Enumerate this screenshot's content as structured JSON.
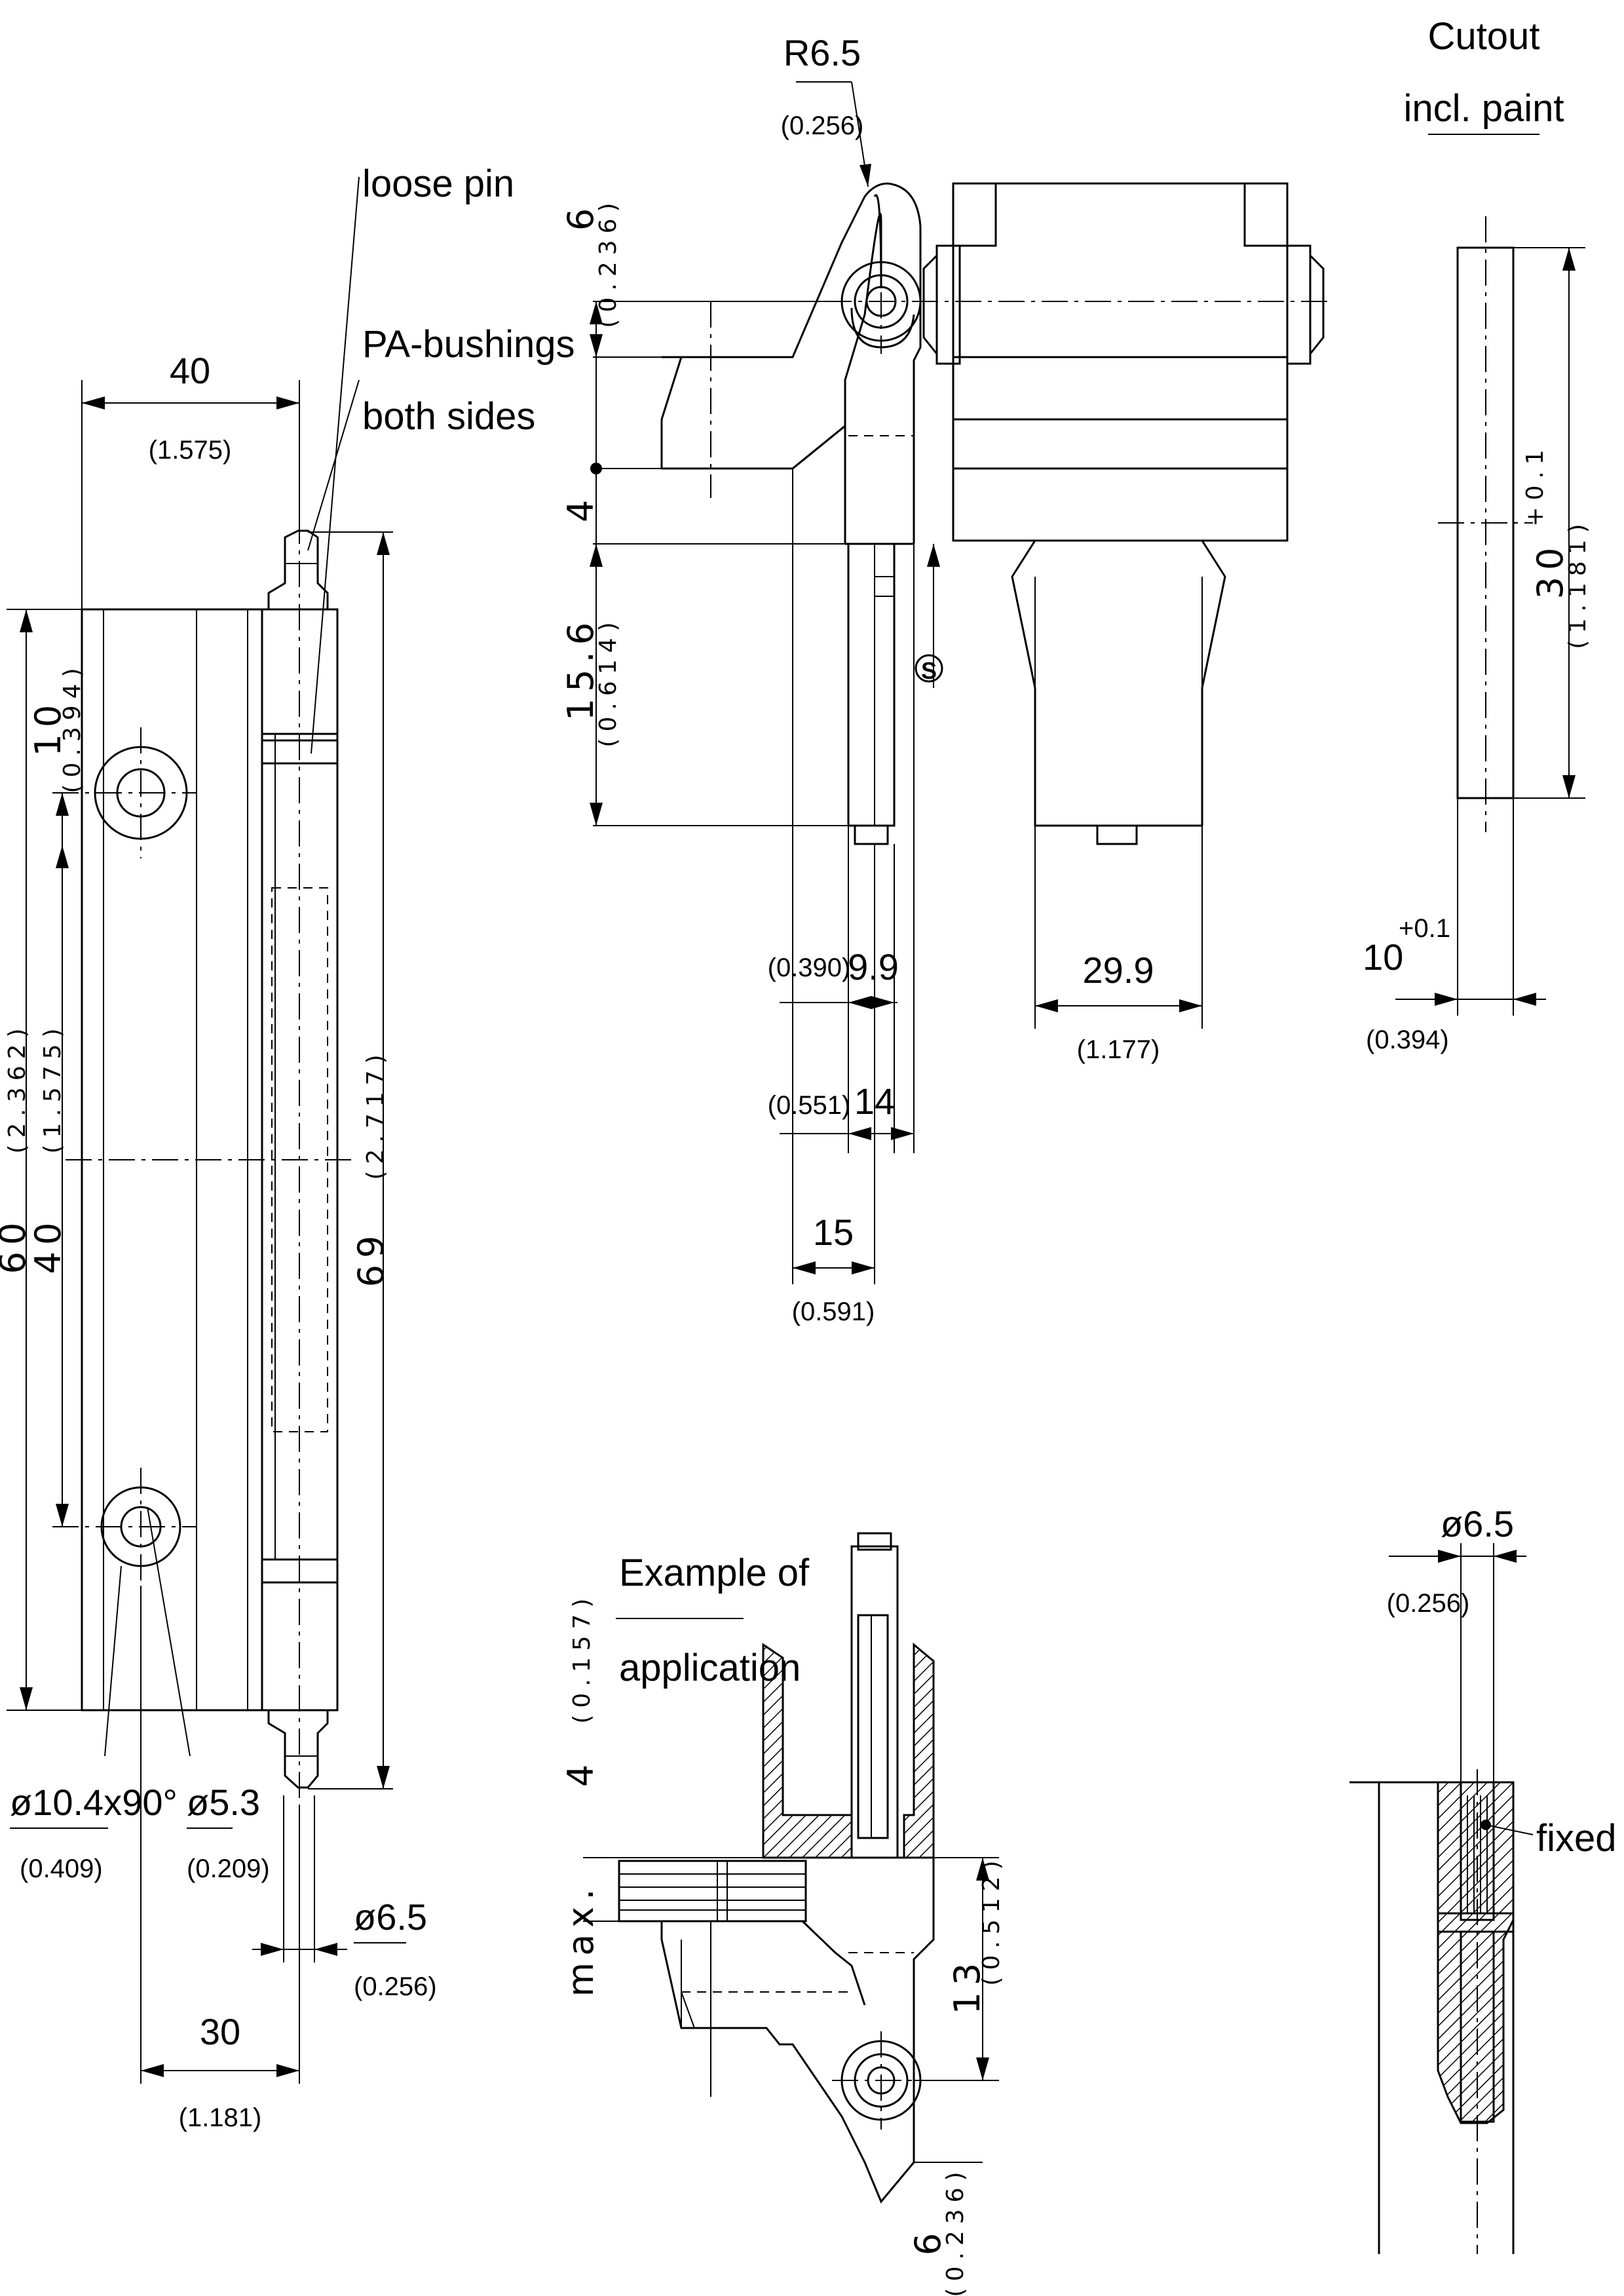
{
  "notes": {
    "loose_pin": "loose pin",
    "pa_bushings_1": "PA-bushings",
    "pa_bushings_2": "both sides",
    "cutout_1": "Cutout",
    "cutout_2": "incl. paint",
    "example_1": "Example of",
    "example_2": "application",
    "fixed_pin": "fixed pin",
    "s_mark": "S"
  },
  "front_view": {
    "d40": "40",
    "d40_in": "(1.575)",
    "d10": "10",
    "d10_in": "(0.394)",
    "d60": "60",
    "d60_in": "(2.362)",
    "d40v": "40",
    "d40v_in": "(1.575)",
    "d69": "69",
    "d69_in": "(2.717)",
    "csk": "ø10.4x90°",
    "csk_in": "(0.409)",
    "hole": "ø5.3",
    "hole_in": "(0.209)",
    "pin": "ø6.5",
    "pin_in": "(0.256)",
    "d30": "30",
    "d30_in": "(1.181)"
  },
  "side_view": {
    "r65": "R6.5",
    "r65_in": "(0.256)",
    "d6": "6",
    "d6_in": "(0.236)",
    "d4": "4",
    "d156": "15.6",
    "d156_in": "(0.614)",
    "d99": "9.9",
    "d99_in": "(0.390)",
    "d14": "14",
    "d14_in": "(0.551)",
    "d15": "15",
    "d15_in": "(0.591)",
    "d299": "29.9",
    "d299_in": "(1.177)"
  },
  "cutout": {
    "d30": "30",
    "d30_tol": "+0.1",
    "d30_in": "(1.181)",
    "d10": "10",
    "d10_tol": "+0.1",
    "d10_in": "(0.394)"
  },
  "application": {
    "d4": "4",
    "d4_in": "(0.157)",
    "max": "max.",
    "d13": "13",
    "d13_in": "(0.512)",
    "d6": "6",
    "d6_in": "(0.236)"
  },
  "fixed_pin_view": {
    "pin": "ø6.5",
    "pin_in": "(0.256)"
  }
}
